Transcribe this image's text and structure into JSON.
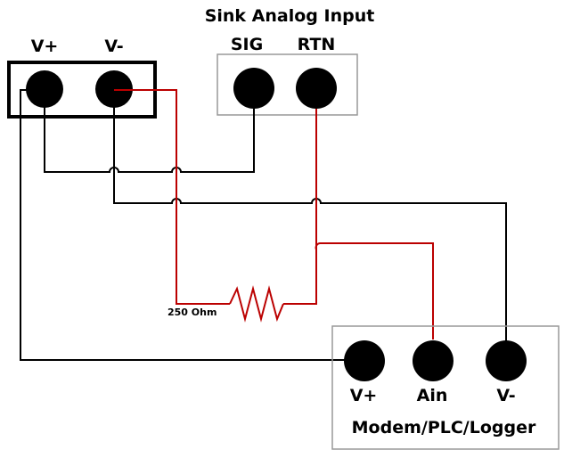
{
  "title": "Sink Analog Input",
  "power_supply": {
    "v_plus_label": "V+",
    "v_minus_label": "V-"
  },
  "sensor": {
    "sig_label": "SIG",
    "rtn_label": "RTN"
  },
  "resistor": {
    "label": "250 Ohm"
  },
  "device": {
    "name": "Modem/PLC/Logger",
    "v_plus_label": "V+",
    "ain_label": "Ain",
    "v_minus_label": "V-"
  },
  "colors": {
    "wire_black": "#000000",
    "wire_red": "#bb0000",
    "box_border_gray": "#999999",
    "terminal_fill": "#000000"
  }
}
